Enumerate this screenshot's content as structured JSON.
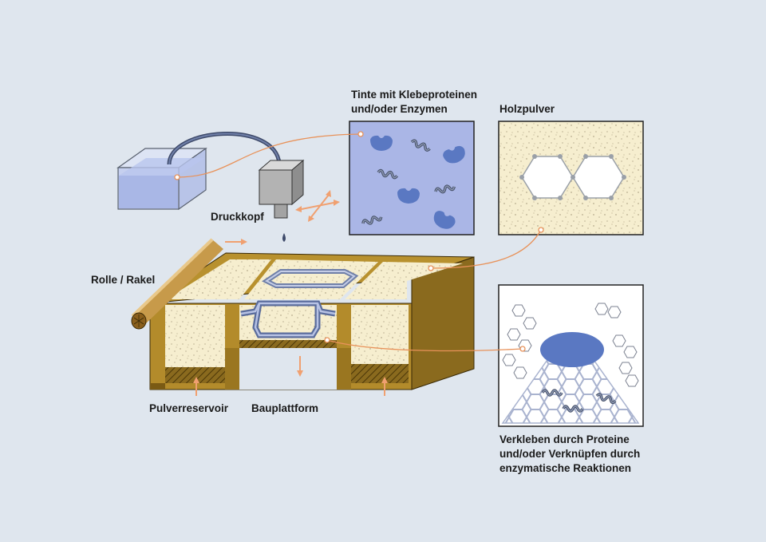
{
  "labels": {
    "ink_line1": "Tinte mit Klebeproteinen",
    "ink_line2": "und/oder Enzymen",
    "wood_powder": "Holzpulver",
    "print_head": "Druckkopf",
    "roller": "Rolle / Rakel",
    "powder_reservoir": "Pulverreservoir",
    "build_platform": "Bauplattform",
    "bonding_line1": "Verkleben durch Proteine",
    "bonding_line2": "und/oder Verknüpfen durch",
    "bonding_line3": "enzymatische Reaktionen"
  },
  "colors": {
    "background": "#dfe6ee",
    "ink_liquid": "#a9b7e6",
    "protein_blue": "#5a78c2",
    "wood_powder": "#f7efcf",
    "wood_frame": "#b38b2b",
    "wood_frame_dark": "#7a5a14",
    "leader_line": "#e8925a",
    "arrow": "#f0a070"
  }
}
